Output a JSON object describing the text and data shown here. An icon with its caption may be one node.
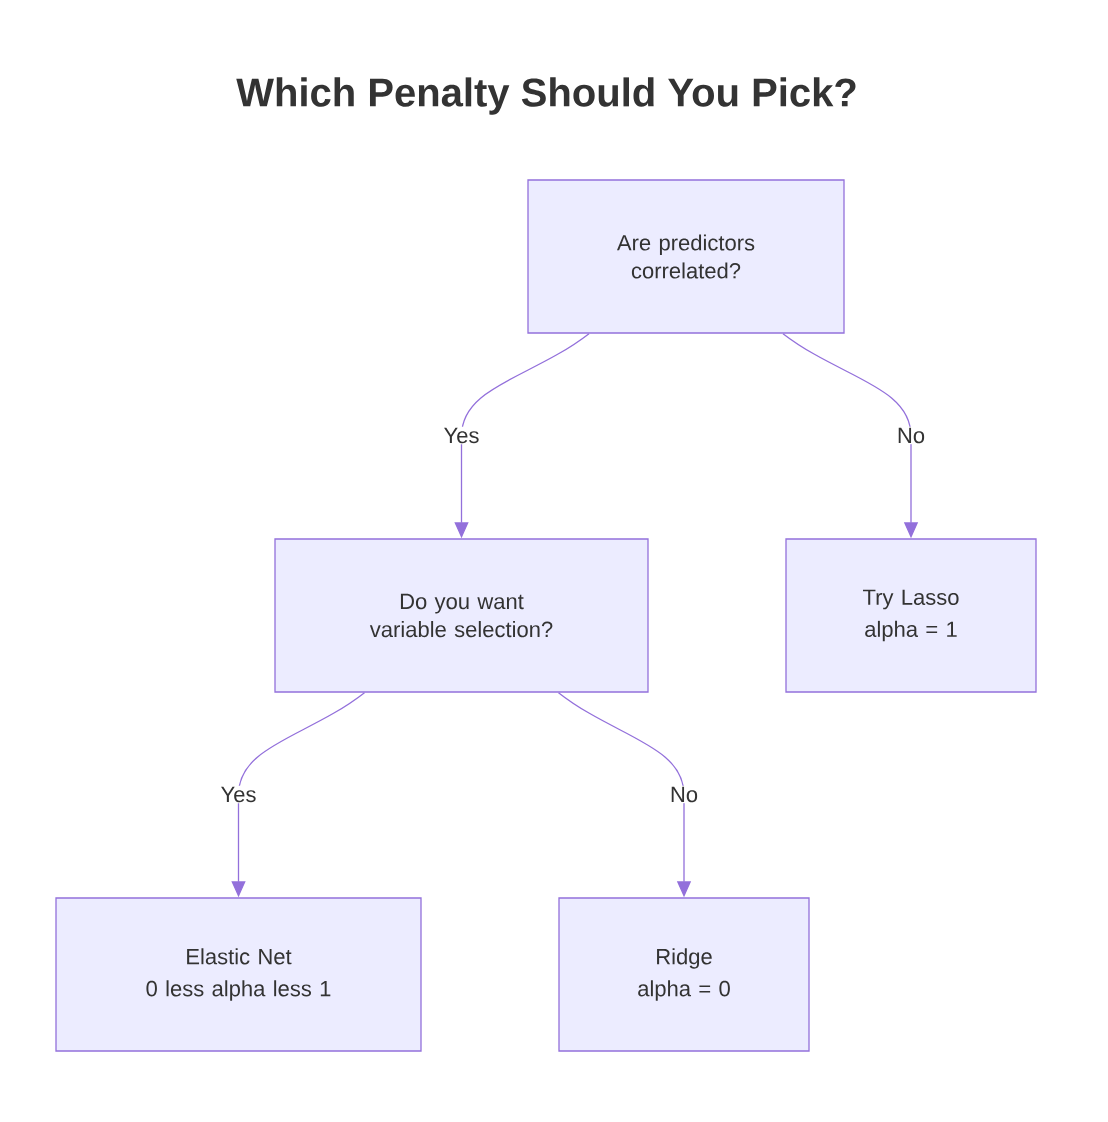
{
  "diagram": {
    "title": "Which Penalty Should You Pick?",
    "nodes": [
      {
        "text": [
          "Are predictors correlated?"
        ]
      },
      {
        "text": [
          "Do you want variable selection?"
        ]
      },
      {
        "text": [
          "Try Lasso",
          "alpha = 1"
        ]
      },
      {
        "text": [
          "Elastic Net",
          "0 less alpha less 1"
        ]
      },
      {
        "text": [
          "Ridge",
          "alpha = 0"
        ]
      }
    ],
    "edges": [
      {
        "from": 0,
        "to": 1,
        "arrow": "to",
        "label": "Yes"
      },
      {
        "from": 0,
        "to": 2,
        "arrow": "to",
        "label": "No"
      },
      {
        "from": 1,
        "to": 3,
        "arrow": "to",
        "label": "Yes"
      },
      {
        "from": 1,
        "to": 4,
        "arrow": "to",
        "label": "No"
      }
    ]
  }
}
